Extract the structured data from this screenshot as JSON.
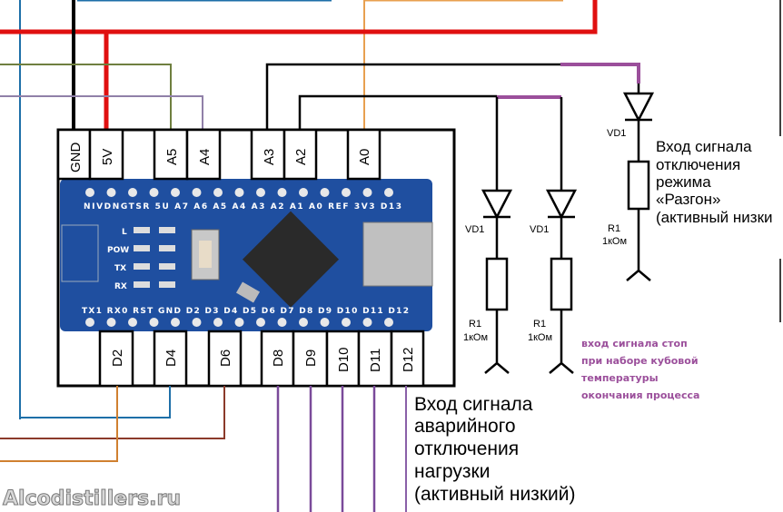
{
  "header_top_pins": [
    "GND",
    "5V",
    "A5",
    "A4",
    "A3",
    "A2",
    "A0"
  ],
  "header_bottom_pins": [
    "D2",
    "D4",
    "D6",
    "D8",
    "D9",
    "D10",
    "D11",
    "D12"
  ],
  "board_silk_top": "NIVDNGTSR 5U A7 A6 A5 A4 A3 A2 A1 A0 REF 3V3 D13",
  "board_silk_bottom": "TX1 RX0 RST GND D2 D3 D4 D5 D6 D7 D8 D9 D10 D11 D12",
  "board_leds": [
    "L",
    "POW",
    "TX",
    "RX"
  ],
  "components": {
    "diode_label": "VD1",
    "resistor_label": "R1",
    "resistor_value": "1кОм"
  },
  "labels": {
    "emergency": [
      "Вход сигнала",
      "аварийного",
      "отключения",
      "нагрузки",
      "(активный низкий)"
    ],
    "razgon": [
      "Вход сигнала",
      "отключения",
      "режима",
      "«Разгон»",
      "(активный низки"
    ],
    "stop": [
      "вход сигнала стоп",
      "при наборе кубовой",
      "температуры",
      "окончания процесса"
    ]
  },
  "watermark": "Alcodistillers.ru",
  "colors": {
    "power_5v": "#e01010",
    "ground": "#000000",
    "a5_wire": "#6f7f3f",
    "a4_wire": "#9080a8",
    "a0_wire": "#e8a050",
    "blue_wire": "#1e6fa8",
    "brown_wire": "#8b3a2a",
    "orange_wire": "#d08030",
    "digital_wire": "#7a4a9a",
    "pullup_highlight": "#9b4f9b",
    "pcb": "#1f4fa0"
  }
}
